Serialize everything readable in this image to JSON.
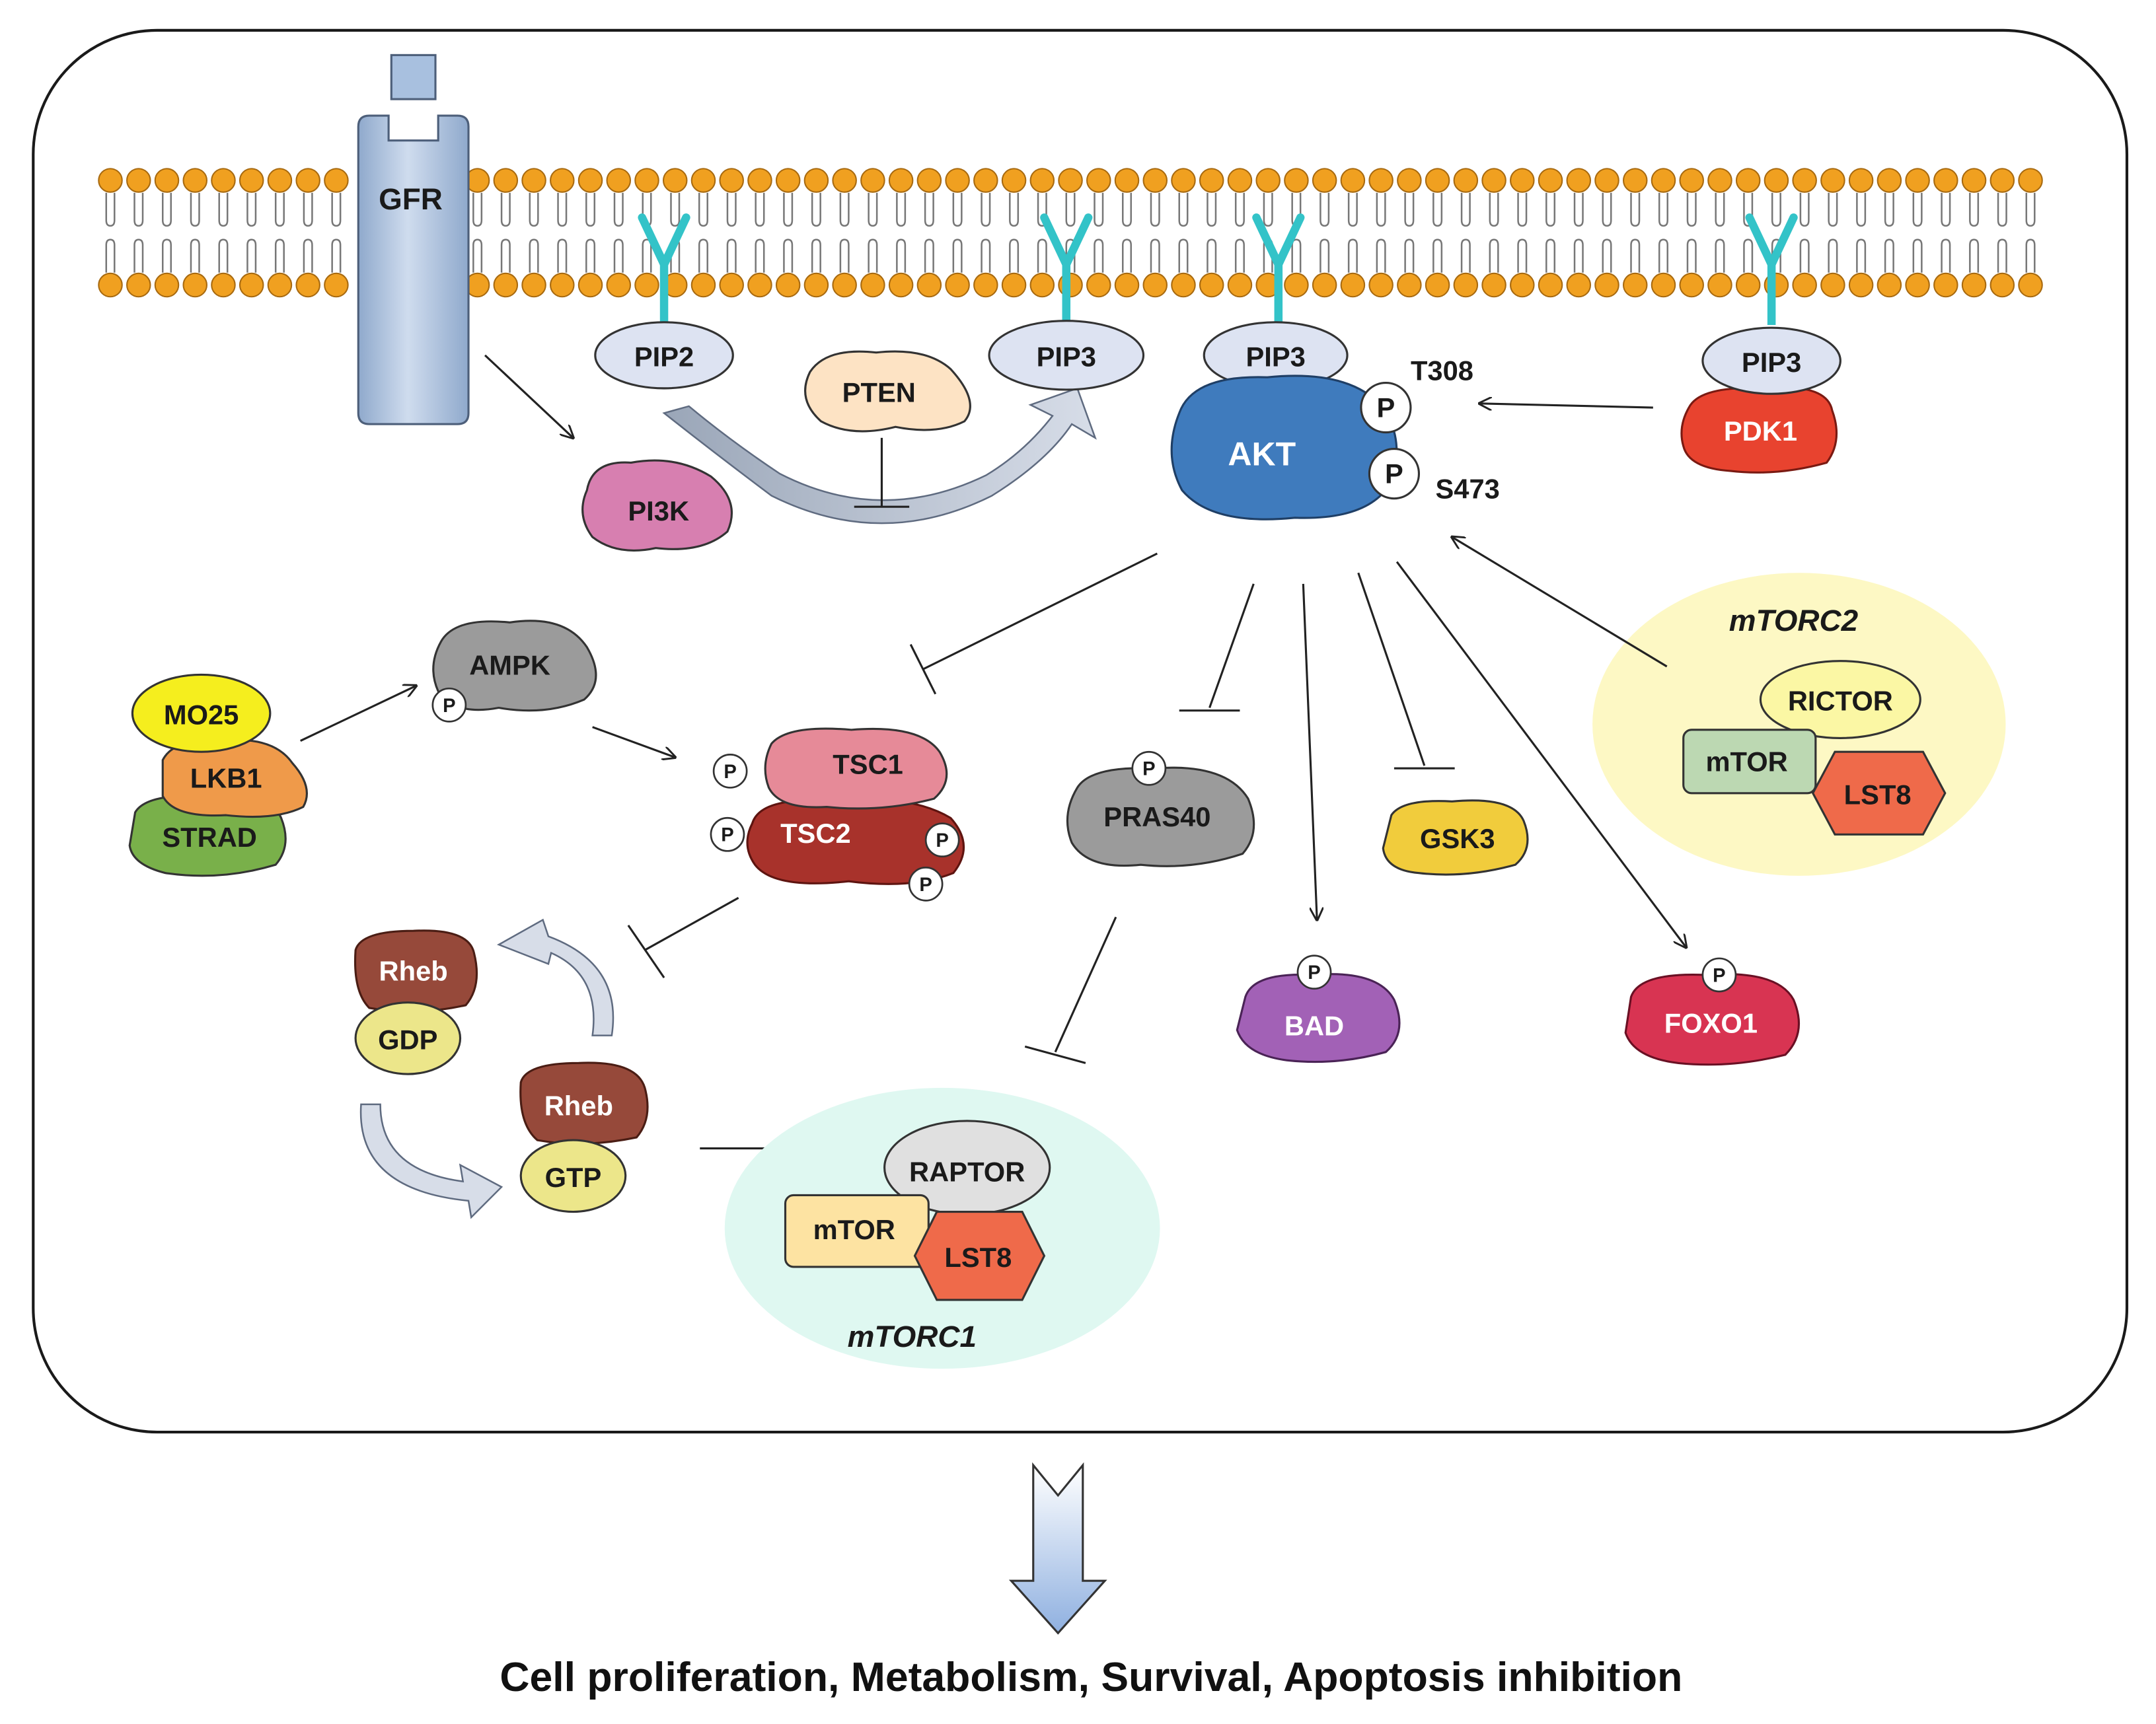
{
  "caption": "Cell proliferation, Metabolism, Survival, Apoptosis inhibition",
  "labels": {
    "gfr": "GFR",
    "pip2": "PIP2",
    "pip3_left": "PIP3",
    "pip3_akt": "PIP3",
    "pip3_pdk1": "PIP3",
    "pten": "PTEN",
    "pi3k": "PI3K",
    "akt": "AKT",
    "t308": "T308",
    "s473": "S473",
    "pdk1": "PDK1",
    "mo25": "MO25",
    "lkb1": "LKB1",
    "strad": "STRAD",
    "ampk": "AMPK",
    "tsc1": "TSC1",
    "tsc2": "TSC2",
    "pras40": "PRAS40",
    "gsk3": "GSK3",
    "bad": "BAD",
    "foxo1": "FOXO1",
    "rheb_gdp": "Rheb",
    "gdp": "GDP",
    "rheb_gtp": "Rheb",
    "gtp": "GTP",
    "mtorc1_title": "mTORC1",
    "raptor": "RAPTOR",
    "mtor1": "mTOR",
    "lst8_1": "LST8",
    "mtorc2_title": "mTORC2",
    "rictor": "RICTOR",
    "mtor2": "mTOR",
    "lst8_2": "LST8",
    "phospho": "P"
  },
  "colors": {
    "membrane_head": "#f0a020",
    "receptor_anchor": "#33c3c8",
    "gfr": "#b8cde6",
    "pip": "#dde3f2",
    "pten": "#fde3c4",
    "pi3k": "#d77fb0",
    "akt": "#3f7bbd",
    "pdk1": "#e8432f",
    "mo25": "#f5ee1e",
    "lkb1": "#ef9a4a",
    "strad": "#79b04a",
    "ampk": "#9b9b9b",
    "tsc1": "#e68a98",
    "tsc2": "#a8322b",
    "pras40": "#9b9b9b",
    "gsk3": "#f1cc3c",
    "bad": "#a261b6",
    "foxo1": "#d83452",
    "rheb": "#96493a",
    "gdp_gtp": "#ece68a",
    "mtorc1_bg": "#dff8f1",
    "mtorc2_bg": "#fdf8c4",
    "raptor": "#e0e0e0",
    "rictor": "#fbf7a4",
    "mtor1": "#fde3a2",
    "mtor2": "#bcd8b2",
    "lst8": "#ef6a4a",
    "output_arrow": "#a9c2e8"
  }
}
